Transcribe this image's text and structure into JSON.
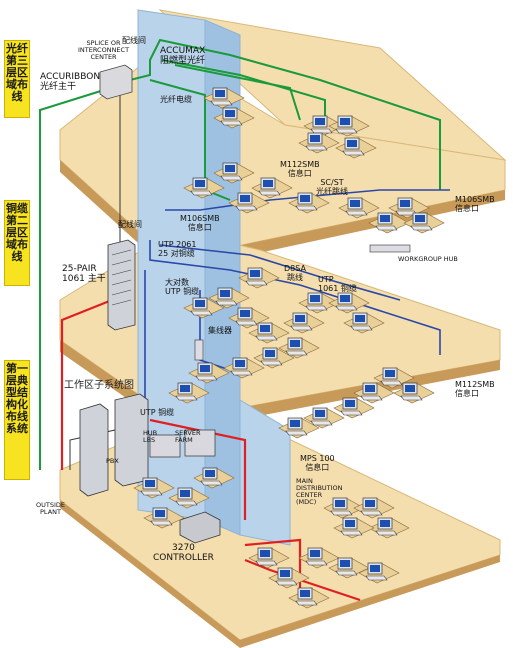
{
  "sidebar": {
    "floor3": "光纤第三层区域布线",
    "floor2": "铜缆第二层区域布线",
    "floor1": "第一层典型结构化布线系统"
  },
  "labels": {
    "wiring_closet_top": "配线间",
    "splice_center": "SPLICE OR\nINTERCONNECT\nCENTER",
    "accumax": "ACCUMAX\n阻燃型光纤",
    "accuribbon": "ACCURIBBON\n光纤主干",
    "fiber_cable": "光纤电缆",
    "m112smb_outlet_top": "M112SMB\n信息口",
    "scst_fiber": "SC/ST\n光纤跳线",
    "m106smb_right": "M106SMB\n信息口",
    "m106smb_left": "M106SMB\n信息口",
    "wiring_closet_mid": "配线间",
    "utp2061": "UTP 2061\n25 对铜缆",
    "pair25": "25-PAIR\n1061 主干",
    "workgroup_hub": "WORKGROUP HUB",
    "d8sa": "D8SA\n跳线",
    "utp1061": "UTP\n1061 铜缆",
    "large_pair": "大对数\nUTP 铜缆",
    "concentrator": "集线器",
    "work_area_subsystem": "工作区子系统图",
    "m112smb_outlet_mid": "M112SMB\n信息口",
    "utp_copper": "UTP 铜缆",
    "hub_lbs": "HUB\nLBS",
    "server_farm": "SERVER\nFARM",
    "pbx": "PBX",
    "mps100": "MPS 100\n信息口",
    "main_dist": "MAIN\nDISTRIBUTION\nCENTER\n(MDC)",
    "outside_plant": "OUTSIDE\nPLANT",
    "controller": "3270\nCONTROLLER"
  },
  "colors": {
    "floor": "#f5deae",
    "floor_edge": "#d9b878",
    "floor_side": "#c89a5a",
    "riser": "#b9d3ea",
    "riser_edge": "#8fb3d6",
    "green": "#1a9a3a",
    "blue": "#2a48a8",
    "red": "#e02020",
    "sidebar": "#f7e31f"
  }
}
